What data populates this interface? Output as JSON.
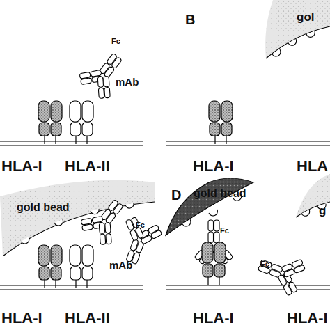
{
  "diagram": {
    "labels": [
      "Fc",
      "mAb",
      "B",
      "gol",
      "HLA-I",
      "HLA-II",
      "HLA-I",
      "HLA",
      "gold bead",
      "Fc",
      "mAb",
      "D",
      "gold bead",
      "g",
      "Fc",
      "Fc",
      "HLA-I",
      "HLA-II",
      "HLA-I",
      "HLA-I"
    ]
  }
}
